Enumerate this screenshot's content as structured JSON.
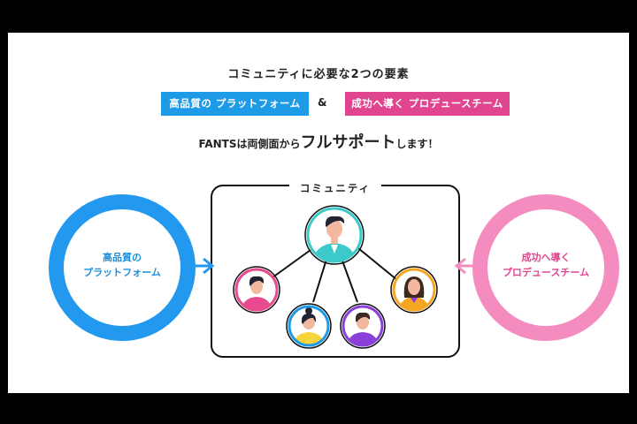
{
  "headline": "コミュニティに必要な2つの要素",
  "badges": {
    "left": "高品質の プラットフォーム",
    "amp": "&",
    "right": "成功へ導く プロデュースチーム"
  },
  "tagline": {
    "pre": "FANTSは両側面から",
    "big": "フルサポート",
    "post": "します！"
  },
  "left_ring": {
    "line1": "高品質の",
    "line2": "プラットフォーム"
  },
  "right_ring": {
    "line1": "成功へ導く",
    "line2": "プロデュースチーム"
  },
  "community_label": "コミュニティ",
  "colors": {
    "blue": "#2299ee",
    "pink": "#f58cbf",
    "badge_blue": "#1e9be7",
    "badge_pink": "#e0468f"
  }
}
